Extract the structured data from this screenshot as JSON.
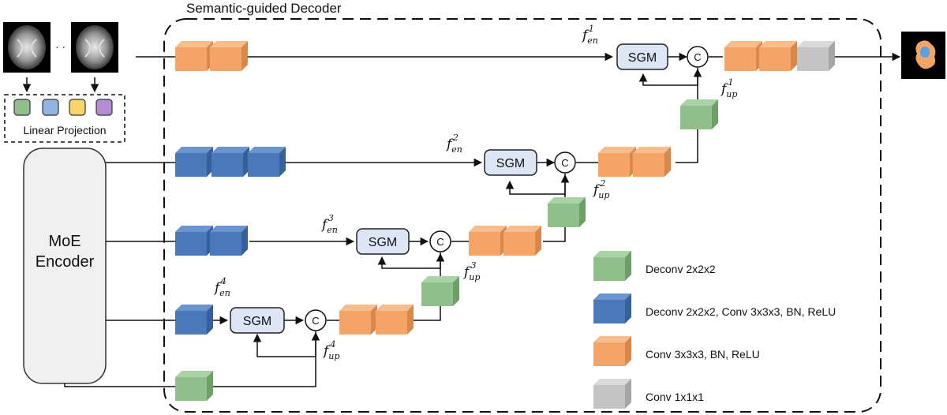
{
  "title": "Semantic-guided Decoder",
  "input": {
    "ellipsis": "·  ·"
  },
  "projection": {
    "label": "Linear Projection"
  },
  "encoder": {
    "line1": "MoE",
    "line2": "Encoder"
  },
  "sgm_label": "SGM",
  "concat_label": "C",
  "features": {
    "en1": {
      "base": "f",
      "sub": "en",
      "sup": "1"
    },
    "en2": {
      "base": "f",
      "sub": "en",
      "sup": "2"
    },
    "en3": {
      "base": "f",
      "sub": "en",
      "sup": "3"
    },
    "en4": {
      "base": "f",
      "sub": "en",
      "sup": "4"
    },
    "up1": {
      "base": "f",
      "sub": "up",
      "sup": "1"
    },
    "up2": {
      "base": "f",
      "sub": "up",
      "sup": "2"
    },
    "up3": {
      "base": "f",
      "sub": "up",
      "sup": "3"
    },
    "up4": {
      "base": "f",
      "sub": "up",
      "sup": "4"
    }
  },
  "legend": [
    {
      "label": "Deconv 2x2x2",
      "color": "#8fbf8a"
    },
    {
      "label": "Deconv 2x2x2, Conv 3x3x3, BN, ReLU",
      "color": "#4a78b8"
    },
    {
      "label": "Conv 3x3x3, BN, ReLU",
      "color": "#f4a467"
    },
    {
      "label": "Conv 1x1x1",
      "color": "#c4c4c4"
    }
  ]
}
